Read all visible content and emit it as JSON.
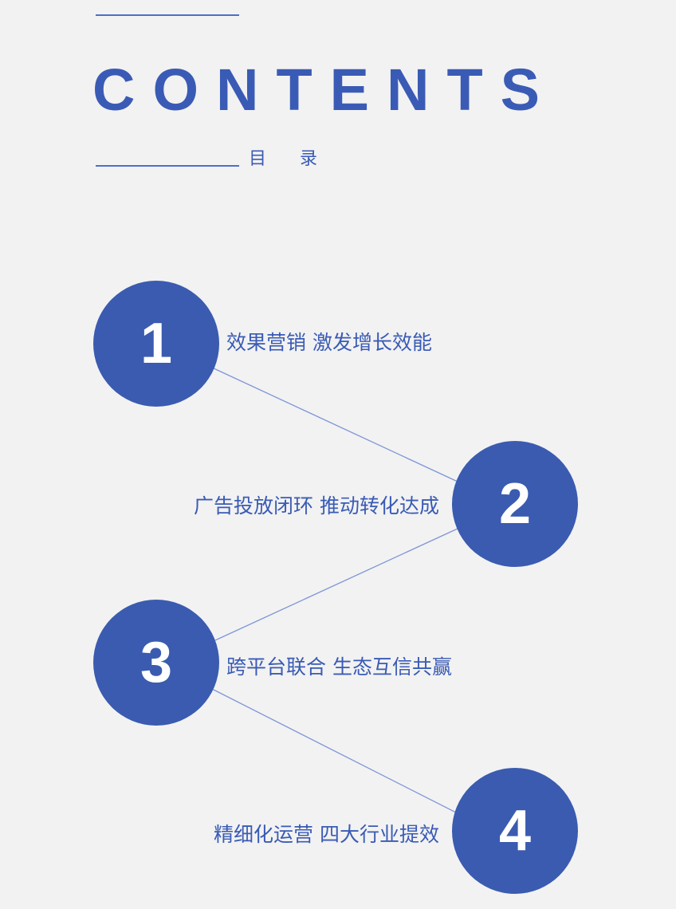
{
  "header": {
    "title": "CONTENTS",
    "subtitle": "目录"
  },
  "items": [
    {
      "number": "1",
      "label": "效果营销 激发增长效能"
    },
    {
      "number": "2",
      "label": "广告投放闭环 推动转化达成"
    },
    {
      "number": "3",
      "label": "跨平台联合 生态互信共赢"
    },
    {
      "number": "4",
      "label": "精细化运营 四大行业提效"
    }
  ],
  "colors": {
    "accent": "#3a5bb5",
    "circle": "#3a5bb0",
    "connector": "#7d96d6",
    "background": "#f2f2f2"
  }
}
